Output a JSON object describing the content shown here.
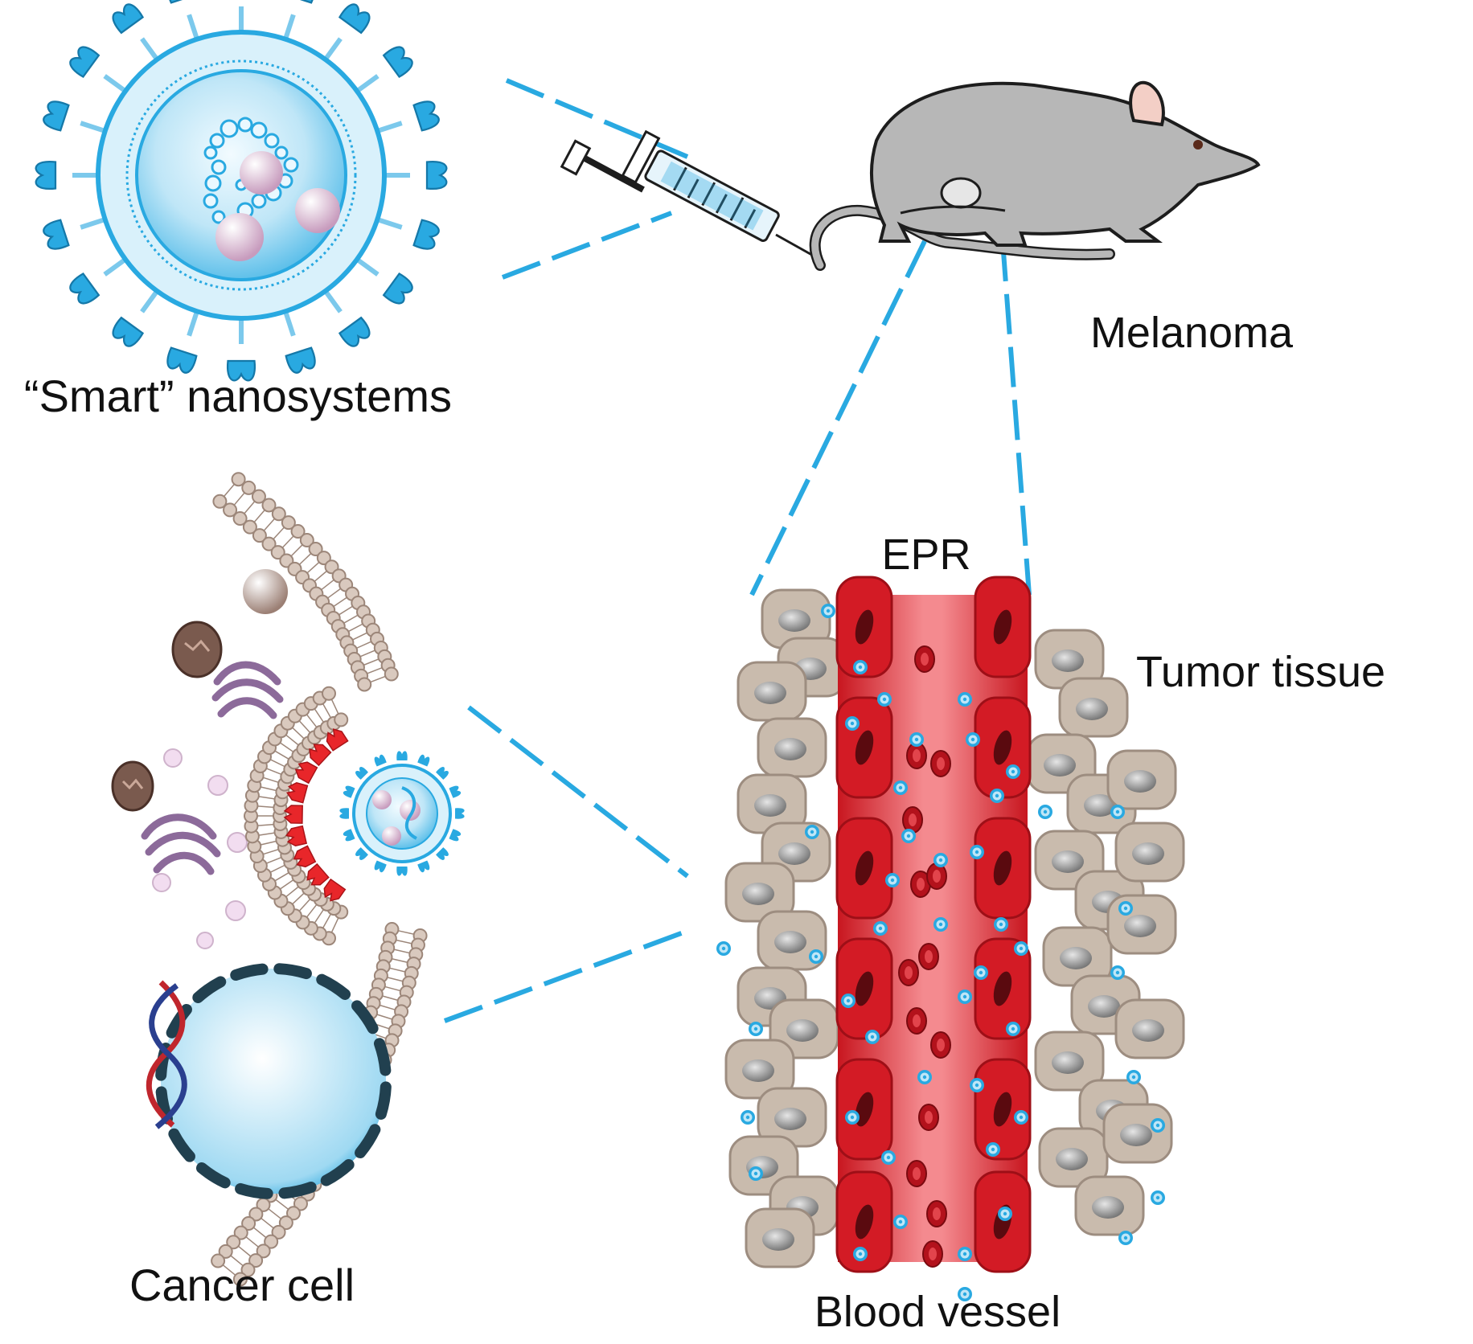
{
  "labels": {
    "nanosystems": "“Smart” nanosystems",
    "melanoma": "Melanoma",
    "epr": "EPR",
    "tumor_tissue": "Tumor tissue",
    "cancer_cell": "Cancer cell",
    "blood_vessel": "Blood vessel"
  },
  "colors": {
    "nano_blue": "#29a9e1",
    "nano_core": "#bfe6f7",
    "payload": "#e8c9dd",
    "mouse": "#b7b7b7",
    "vessel": "#e0303a",
    "rbc": "#b3121c",
    "tissue": "#c9bbad",
    "nucleus": "#8a8a8a",
    "membrane": "#b8a295",
    "receptor": "#e8262a",
    "mitochondria": "#7a5a4e",
    "golgi": "#8c6a9a",
    "dna_red": "#c0262d",
    "dna_blue": "#2a3f8f",
    "dashed_line": "#29a9e1"
  }
}
